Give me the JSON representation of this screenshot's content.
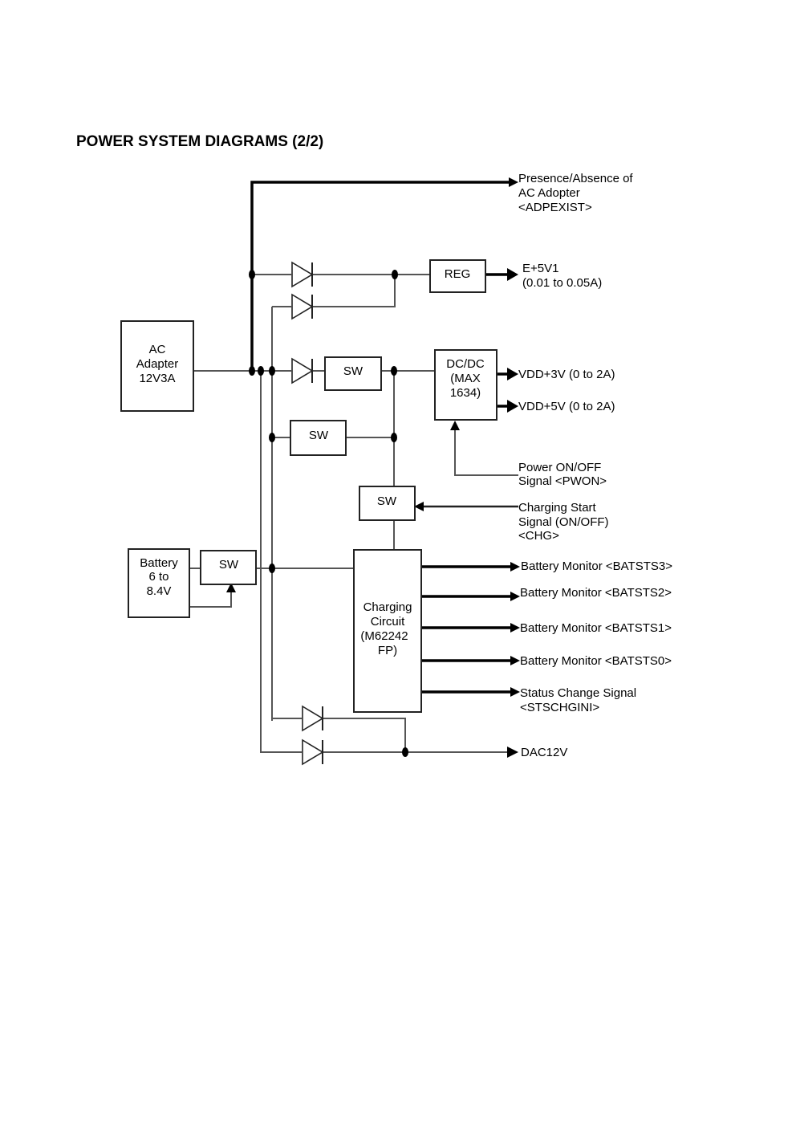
{
  "title": "POWER SYSTEM DIAGRAMS (2/2)",
  "blocks": {
    "ac_adapter": [
      "AC",
      "Adapter",
      "12V3A"
    ],
    "battery": [
      "Battery",
      "6 to",
      "8.4V"
    ],
    "reg": "REG",
    "dcdc": [
      "DC/DC",
      "(MAX",
      "1634)"
    ],
    "sw": "SW",
    "charging": [
      "Charging",
      "Circuit",
      "(M62242",
      "FP)"
    ]
  },
  "signals": {
    "adpexist": [
      "Presence/Absence of",
      "AC Adopter",
      "<ADPEXIST>"
    ],
    "e5v1": [
      "E+5V1",
      "(0.01 to 0.05A)"
    ],
    "vdd3": "VDD+3V (0 to 2A)",
    "vdd5": "VDD+5V (0 to 2A)",
    "pwon": [
      "Power ON/OFF",
      "Signal <PWON>"
    ],
    "chg": [
      "Charging Start",
      "Signal (ON/OFF)",
      "<CHG>"
    ],
    "batsts3": "Battery Monitor <BATSTS3>",
    "batsts2": "Battery Monitor <BATSTS2>",
    "batsts1": "Battery Monitor <BATSTS1>",
    "batsts0": "Battery Monitor <BATSTS0>",
    "stschg": [
      "Status Change Signal",
      "<STSCHGINI>"
    ],
    "dac12v": "DAC12V"
  }
}
